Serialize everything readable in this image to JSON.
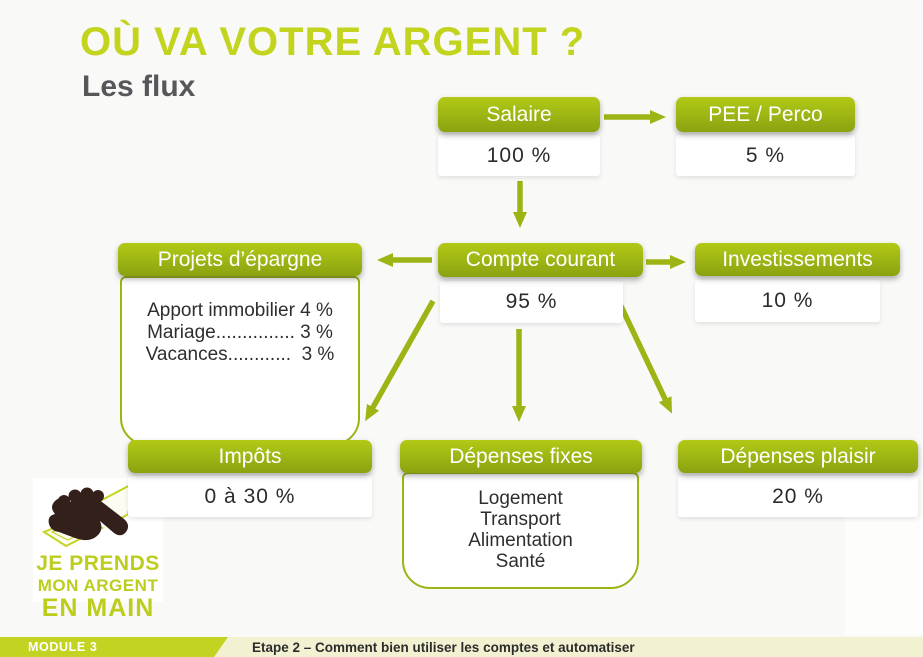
{
  "title": "OÙ VA VOTRE ARGENT ?",
  "subtitle": "Les flux",
  "nodes": {
    "salaire": {
      "label": "Salaire",
      "value": "100 %"
    },
    "pee_perco": {
      "label": "PEE / Perco",
      "value": "5 %"
    },
    "projets_epargne": {
      "label": "Projets d’épargne",
      "lines": [
        "Apport immobilier 4 %",
        "Mariage............... 3 %",
        "Vacances............  3 %"
      ]
    },
    "compte_courant": {
      "label": "Compte courant",
      "value": "95 %"
    },
    "investissements": {
      "label": "Investissements",
      "value": "10 %"
    },
    "impots": {
      "label": "Impôts",
      "value": "0 à 30 %"
    },
    "depenses_fixes": {
      "label": "Dépenses fixes",
      "lines": [
        "Logement",
        "Transport",
        "Alimentation",
        "Santé"
      ]
    },
    "depenses_plaisir": {
      "label": "Dépenses plaisir",
      "value": "20 %"
    }
  },
  "logo": {
    "icon": "fist-with-banknotes-icon",
    "lines": [
      "JE PRENDS",
      "MON ARGENT",
      "EN MAIN"
    ]
  },
  "footer": {
    "module": "MODULE 3",
    "etape": "Etape 2 – Comment bien utiliser les comptes et automatiser"
  },
  "colors": {
    "accent_green": "#c3d41f",
    "header_gradient_top": "#b2c915",
    "header_gradient_bottom": "#8ba210",
    "arrow_green": "#9db414",
    "subtitle_gray": "#56575a",
    "footer_green": "#c3d322",
    "footer_cream": "#f2f1d1",
    "background": "#f9f9f8"
  }
}
